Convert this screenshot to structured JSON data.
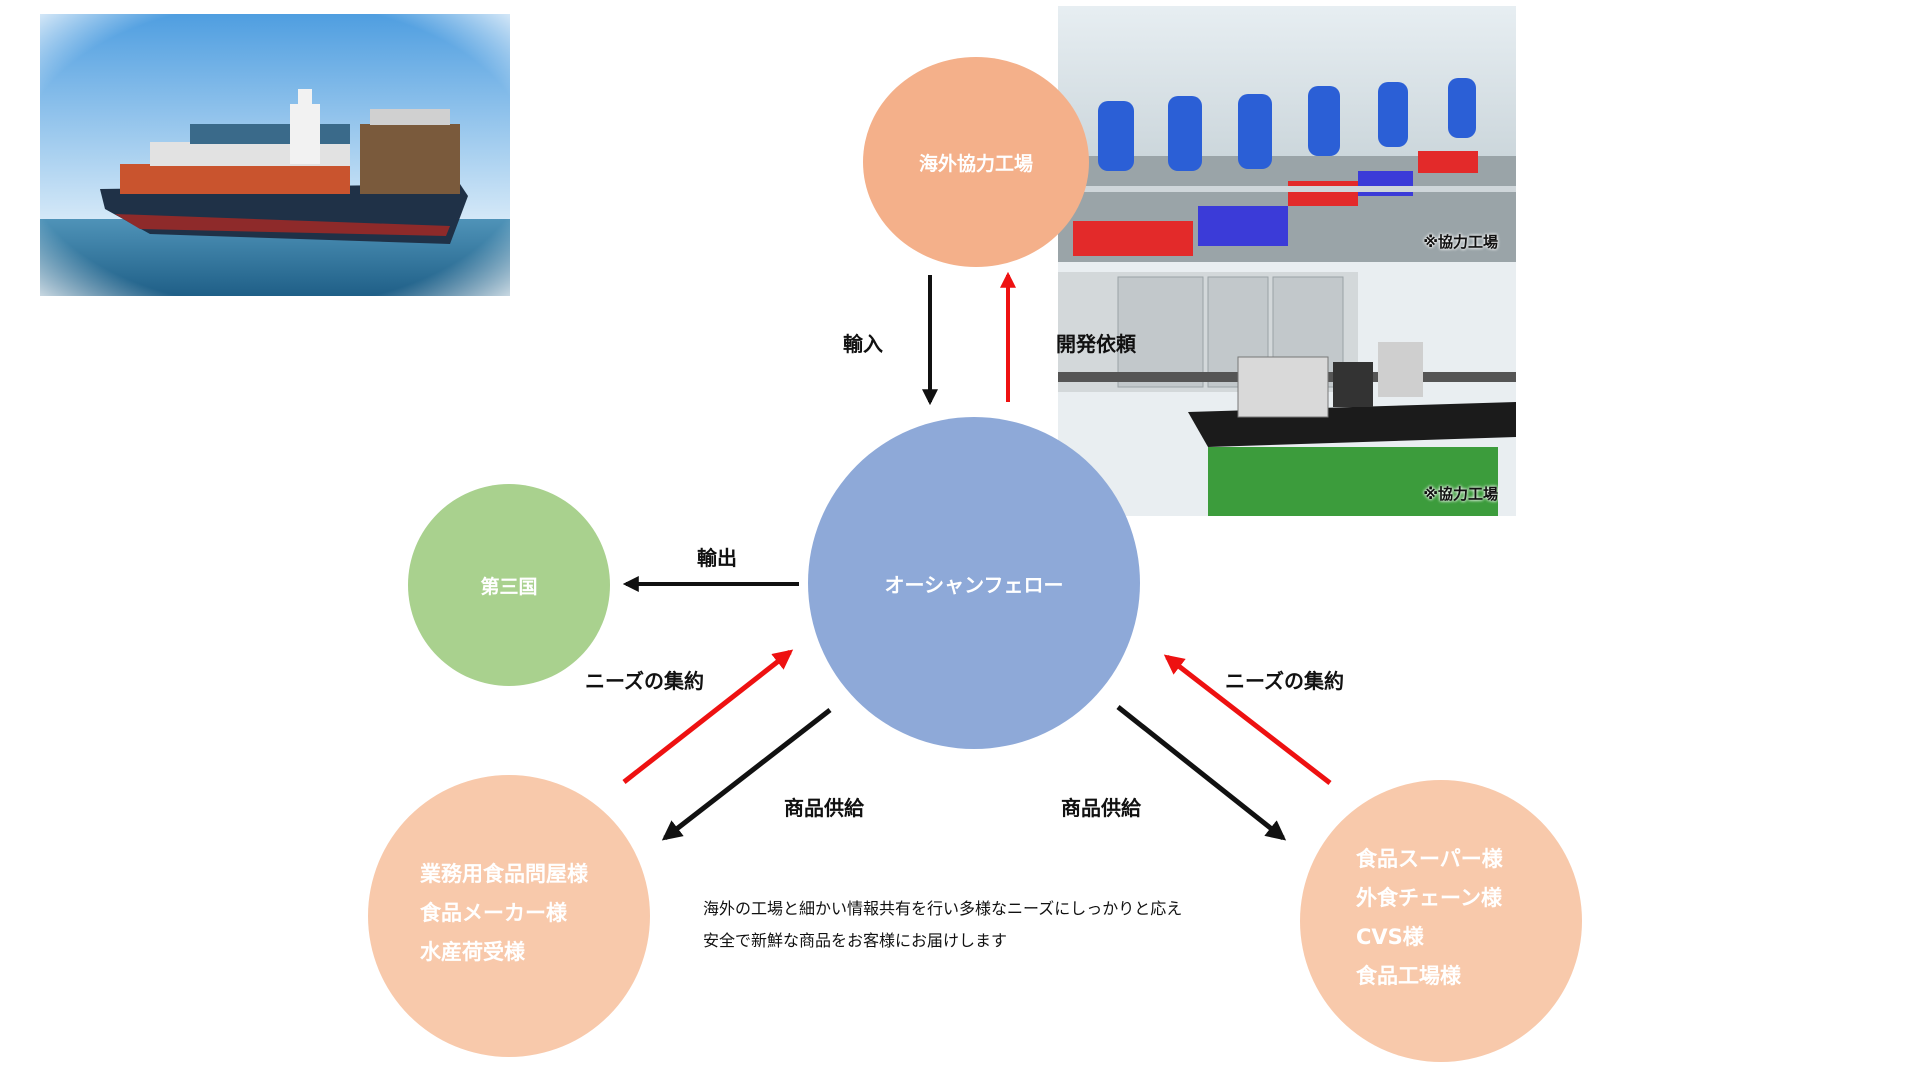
{
  "colors": {
    "factory": "#f4b08a",
    "center": "#8ea9d8",
    "third_country": "#a9d18e",
    "customer": "#f8c9ab",
    "arrow_black": "#111111",
    "arrow_red": "#ee1111"
  },
  "nodes": {
    "factory": "海外協力工場",
    "center": "オーシャンフェロー",
    "third_country": "第三国",
    "left_customers": [
      "業務用食品問屋様",
      "食品メーカー様",
      "水産荷受様"
    ],
    "right_customers": [
      "食品スーパー様",
      "外食チェーン様",
      "CVS様",
      "食品工場様"
    ]
  },
  "labels": {
    "import": "輸入",
    "dev_request": "開発依頼",
    "export": "輸出",
    "needs_left": "ニーズの集約",
    "needs_right": "ニーズの集約",
    "supply_left": "商品供給",
    "supply_right": "商品供給"
  },
  "description": [
    "海外の工場と細かい情報共有を行い多様なニーズにしっかりと応え",
    "安全で新鮮な商品をお客様にお届けします"
  ],
  "photos": {
    "caption_top": "※協力工場",
    "caption_bottom": "※協力工場"
  }
}
